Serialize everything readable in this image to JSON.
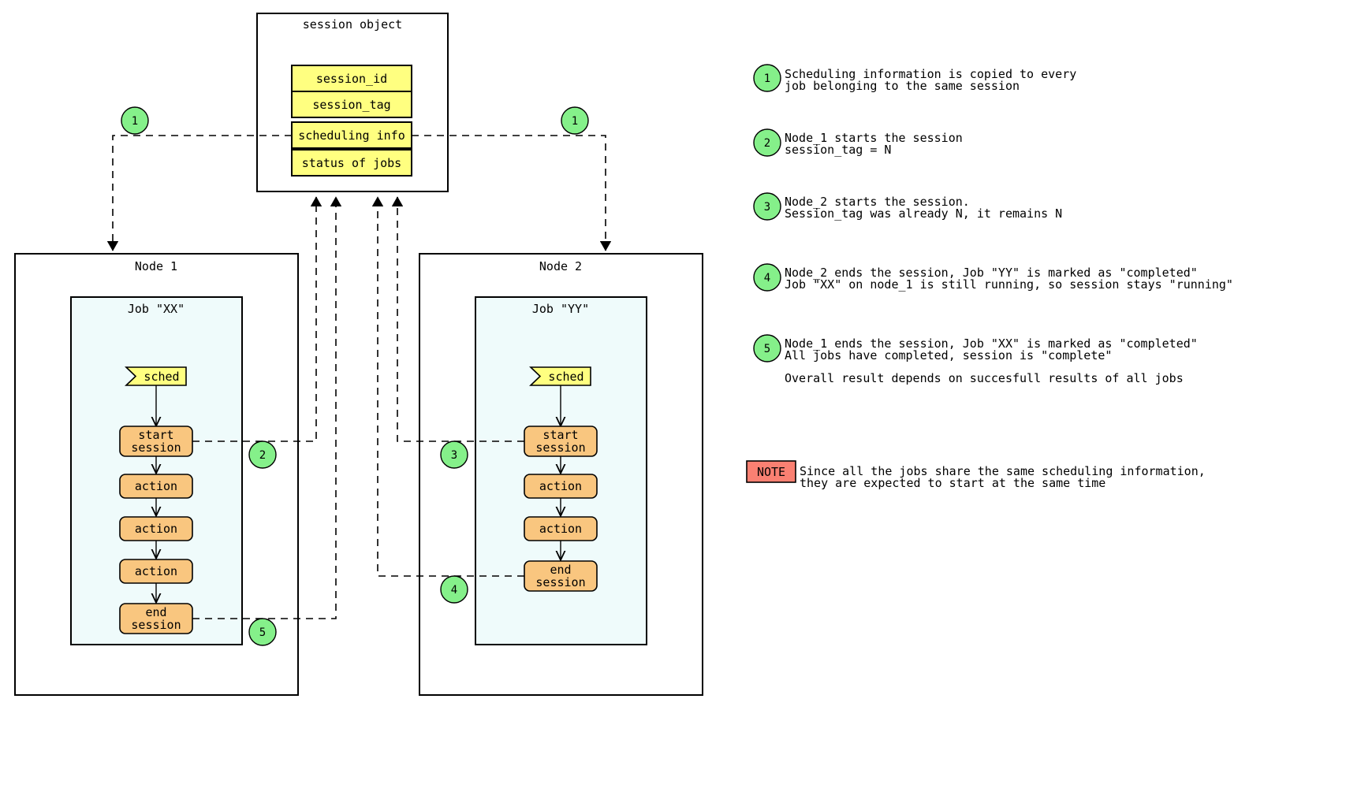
{
  "session_object": {
    "title": "session object",
    "rows": [
      {
        "label": "session_id"
      },
      {
        "label": "session_tag"
      },
      {
        "label": "scheduling info"
      },
      {
        "label": "status of jobs"
      }
    ]
  },
  "nodes": [
    {
      "title": "Node 1",
      "job": {
        "title": "Job \"XX\"",
        "sched_label": "sched",
        "steps": [
          {
            "line1": "start",
            "line2": "session"
          },
          {
            "line1": "action",
            "line2": ""
          },
          {
            "line1": "action",
            "line2": ""
          },
          {
            "line1": "action",
            "line2": ""
          },
          {
            "line1": "end",
            "line2": "session"
          }
        ]
      }
    },
    {
      "title": "Node 2",
      "job": {
        "title": "Job \"YY\"",
        "sched_label": "sched",
        "steps": [
          {
            "line1": "start",
            "line2": "session"
          },
          {
            "line1": "action",
            "line2": ""
          },
          {
            "line1": "action",
            "line2": ""
          },
          {
            "line1": "end",
            "line2": "session"
          }
        ]
      }
    }
  ],
  "diagram_badges": [
    {
      "id": "1",
      "which": "left-one"
    },
    {
      "id": "1",
      "which": "right-one"
    },
    {
      "id": "2",
      "which": "node1-start"
    },
    {
      "id": "3",
      "which": "node2-start"
    },
    {
      "id": "4",
      "which": "node2-end"
    },
    {
      "id": "5",
      "which": "node1-end"
    }
  ],
  "legend": [
    {
      "id": "1",
      "lines": [
        "Scheduling information is copied to every",
        "job belonging to the same session"
      ]
    },
    {
      "id": "2",
      "lines": [
        "Node_1 starts the session",
        "session_tag = N"
      ]
    },
    {
      "id": "3",
      "lines": [
        "Node_2 starts the session.",
        "Session_tag was already N, it remains N"
      ]
    },
    {
      "id": "4",
      "lines": [
        "Node_2 ends the session, Job \"YY\" is marked as \"completed\"",
        "Job \"XX\" on node_1 is still running, so session stays \"running\""
      ]
    },
    {
      "id": "5",
      "lines": [
        "Node_1 ends the session, Job \"XX\" is marked as \"completed\"",
        "All jobs have completed, session is \"complete\""
      ]
    }
  ],
  "legend_footer": "Overall result depends on succesfull results of all jobs",
  "note": {
    "label": "NOTE",
    "lines": [
      "Since all the jobs share the same scheduling information,",
      "they are expected to start at the same time"
    ]
  },
  "colors": {
    "session_row": "#ffff80",
    "action_box": "#f9c67f",
    "job_background": "#effbfb",
    "badge_green": "#85f08a",
    "note_red": "#fa8072",
    "stroke": "#000000"
  }
}
